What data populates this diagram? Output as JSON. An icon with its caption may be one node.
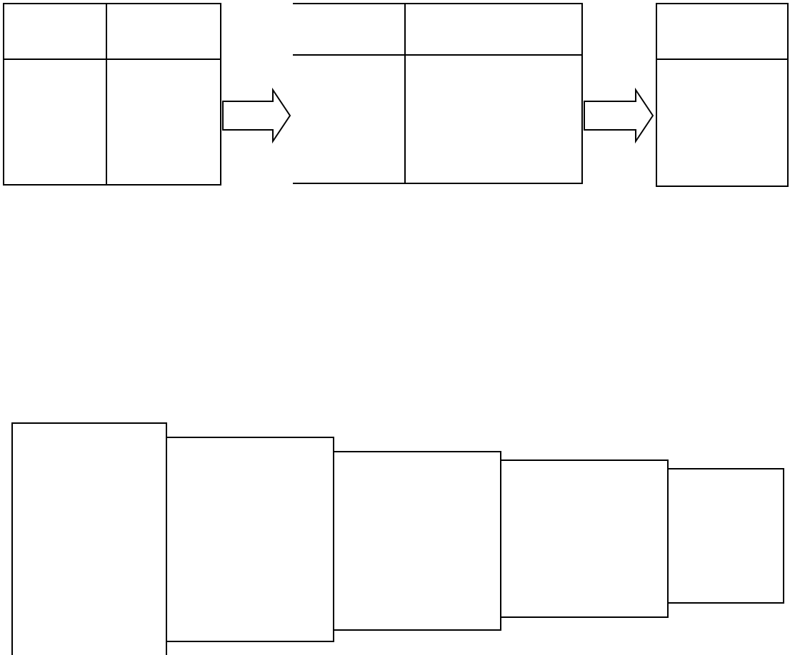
{
  "diagram": {
    "nodes": [
      {
        "text": [],
        "shape": "table"
      },
      {
        "text": [],
        "shape": "table"
      },
      {
        "text": [],
        "shape": "table"
      },
      {
        "text": [],
        "shape": "box"
      },
      {
        "text": [],
        "shape": "box"
      },
      {
        "text": [],
        "shape": "box"
      },
      {
        "text": [],
        "shape": "box"
      },
      {
        "text": [],
        "shape": "box"
      }
    ],
    "edges": [
      {
        "from": 0,
        "to": 1,
        "arrow": "to"
      },
      {
        "from": 1,
        "to": 2,
        "arrow": "to"
      }
    ]
  }
}
